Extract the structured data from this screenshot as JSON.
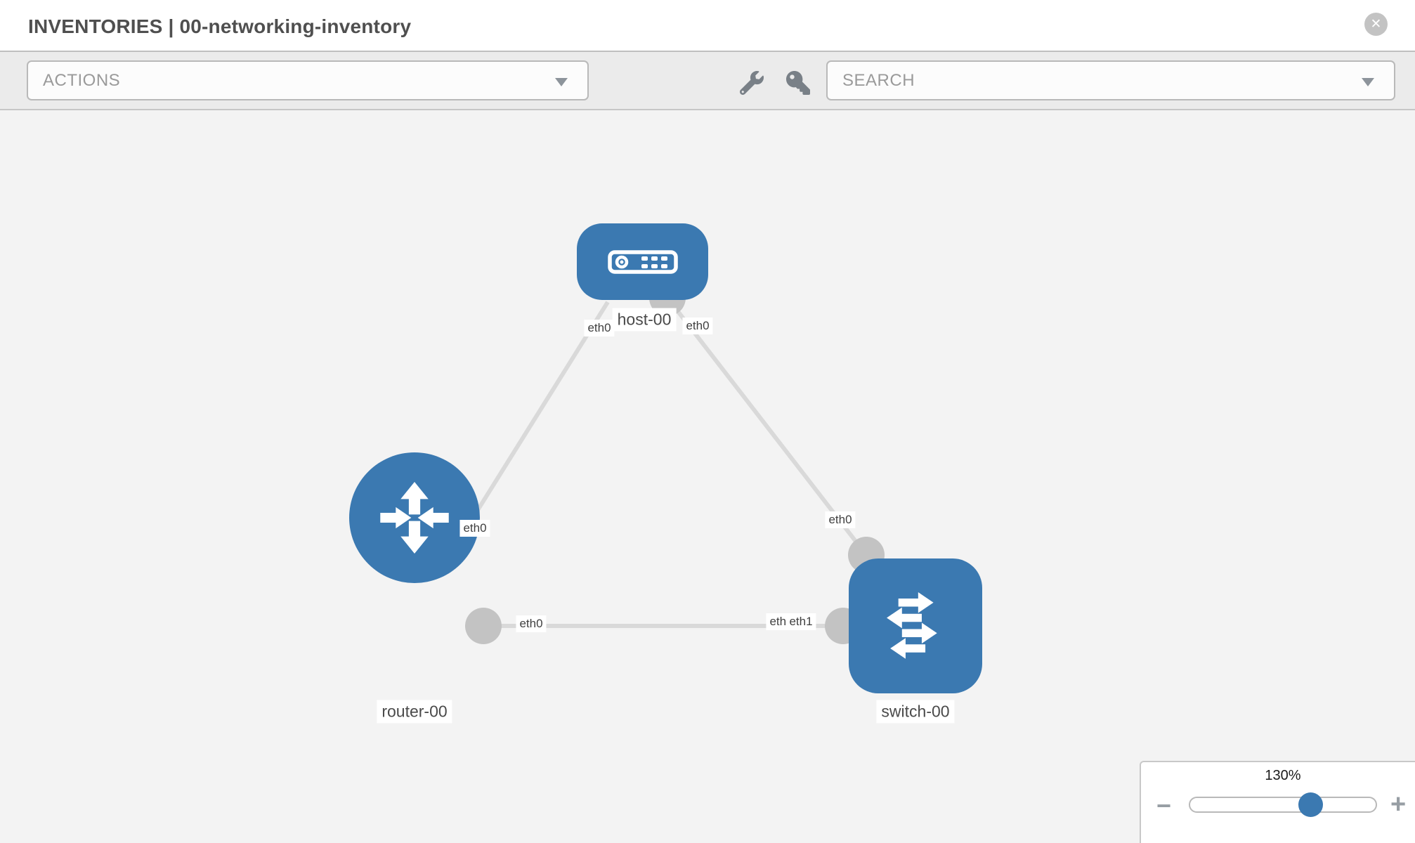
{
  "header": {
    "title": "INVENTORIES | 00-networking-inventory",
    "close_glyph": "✕"
  },
  "toolbar": {
    "actions_label": "ACTIONS",
    "search_placeholder": "SEARCH"
  },
  "nodes": {
    "host": {
      "label": "host-00",
      "type": "host"
    },
    "router": {
      "label": "router-00",
      "type": "router"
    },
    "switch": {
      "label": "switch-00",
      "type": "switch"
    }
  },
  "ifaces": {
    "host_left": "eth0",
    "host_right": "eth0",
    "router_link": "eth0",
    "switch_top": "eth0",
    "mid_router": "eth0",
    "mid_switch_under": "eth0",
    "mid_switch_over": "eth1"
  },
  "links": [
    {
      "from": "host-00",
      "to": "router-00",
      "from_iface": "eth0",
      "to_iface": "eth0"
    },
    {
      "from": "host-00",
      "to": "switch-00",
      "from_iface": "eth0",
      "to_iface": "eth0"
    },
    {
      "from": "router-00",
      "to": "switch-00",
      "from_iface": "eth0",
      "to_iface": "eth1"
    }
  ],
  "zoomctl": {
    "level": "130%",
    "minus_glyph": "−",
    "plus_glyph": "+"
  },
  "icons": {
    "close": "close-icon",
    "wrench": "wrench-icon",
    "key": "key-icon",
    "caret": "chevron-down-icon",
    "host": "host-device-icon",
    "router": "router-arrows-icon",
    "switch": "switch-arrows-icon"
  },
  "colors": {
    "node_blue": "#3b79b1",
    "connector_gray": "#c3c3c3",
    "link_gray": "#d9d9d9",
    "toolbar_bg": "#ebebeb",
    "canvas_bg": "#f3f3f3"
  }
}
